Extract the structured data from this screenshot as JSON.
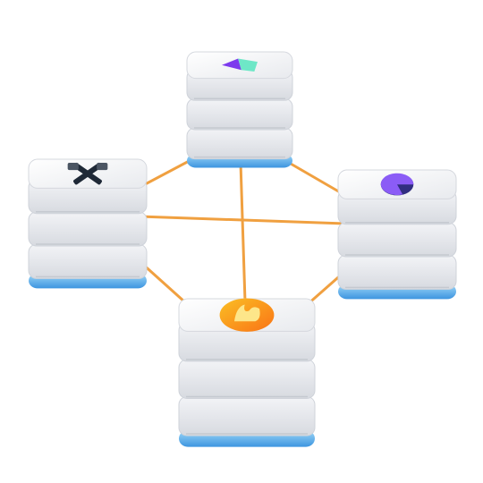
{
  "diagram": {
    "type": "network",
    "nodes": [
      {
        "id": "top",
        "icon": "prism-icon",
        "accent": "#7c3aed",
        "secondary": "#6ee7c7"
      },
      {
        "id": "left",
        "icon": "crossed-hammers-icon",
        "accent": "#1f2937",
        "secondary": "#4b5563"
      },
      {
        "id": "right",
        "icon": "pie-chart-icon",
        "accent": "#8b5cf6",
        "secondary": "#312e81"
      },
      {
        "id": "bottom",
        "icon": "flame-coin-icon",
        "accent": "#f59e0b",
        "secondary": "#fde68a"
      }
    ],
    "links": [
      [
        "top",
        "left"
      ],
      [
        "top",
        "right"
      ],
      [
        "top",
        "bottom"
      ],
      [
        "left",
        "right"
      ],
      [
        "left",
        "bottom"
      ],
      [
        "right",
        "bottom"
      ]
    ]
  },
  "colors": {
    "link": "#f0a040",
    "server_face": "#e6e8ed",
    "server_top": "#f4f5f7",
    "server_shadow": "#c9ccd3",
    "server_base": "#4aa3e8",
    "server_base_light": "#8fd0f5"
  }
}
